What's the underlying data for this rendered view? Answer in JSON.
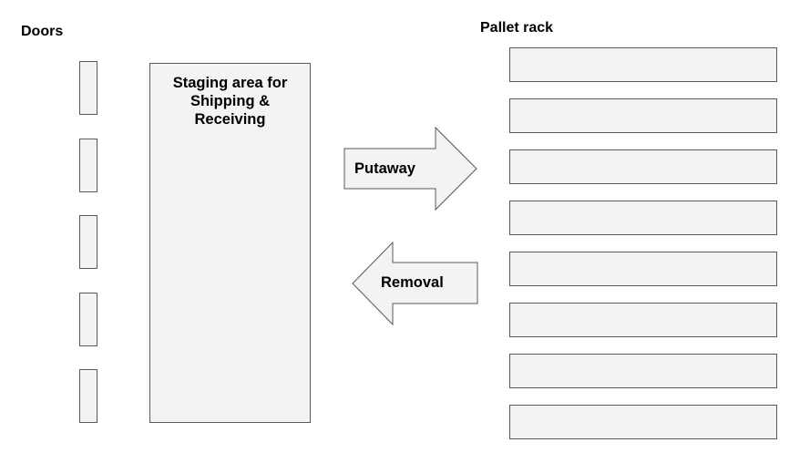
{
  "labels": {
    "doors_title": "Doors",
    "rack_title": "Pallet rack",
    "staging": "Staging area for\nShipping &\nReceiving",
    "putaway": "Putaway",
    "removal": "Removal"
  },
  "doors": [
    {
      "id": "door-1"
    },
    {
      "id": "door-2"
    },
    {
      "id": "door-3"
    },
    {
      "id": "door-4"
    },
    {
      "id": "door-5"
    }
  ],
  "racks": [
    {
      "id": "rack-1"
    },
    {
      "id": "rack-2"
    },
    {
      "id": "rack-3"
    },
    {
      "id": "rack-4"
    },
    {
      "id": "rack-5"
    },
    {
      "id": "rack-6"
    },
    {
      "id": "rack-7"
    },
    {
      "id": "rack-8"
    }
  ],
  "colors": {
    "box_fill": "#f3f3f3",
    "box_stroke": "#595959"
  }
}
